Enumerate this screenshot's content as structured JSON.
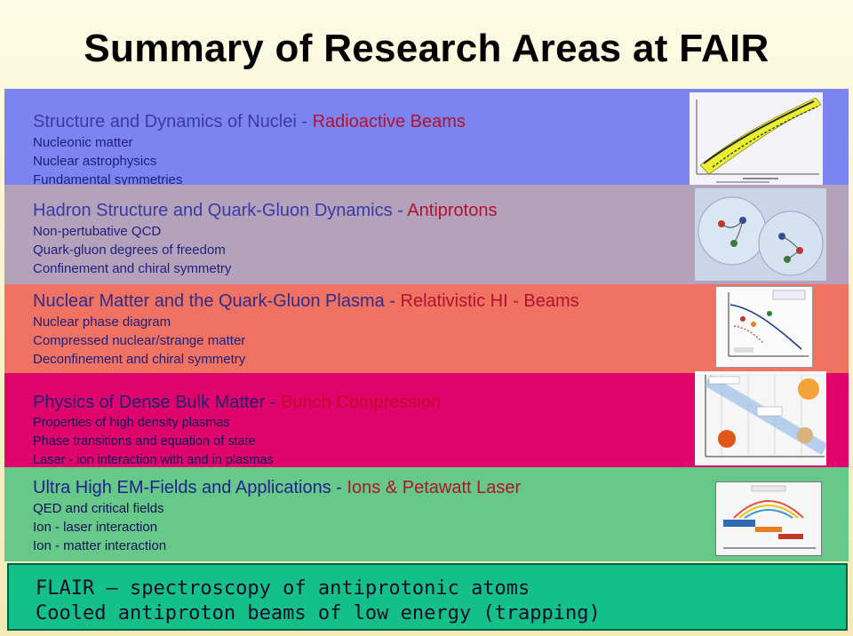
{
  "title": "Summary of Research Areas at FAIR",
  "sections": [
    {
      "heading": "Structure and Dynamics of Nuclei",
      "separator": " - ",
      "beam": "Radioactive Beams",
      "items": [
        "Nucleonic matter",
        "Nuclear astrophysics",
        "Fundamental symmetries"
      ],
      "image_icon": "nuclide-chart-icon",
      "background": "#7b84f0"
    },
    {
      "heading": "Hadron Structure and Quark-Gluon Dynamics",
      "separator": " - ",
      "beam": "Antiprotons",
      "items": [
        "Non-pertubative QCD",
        "Quark-gluon degrees of freedom",
        "Confinement and chiral symmetry"
      ],
      "image_icon": "hadron-spheres-icon",
      "background": "#b4a2bc"
    },
    {
      "heading": "Nuclear Matter and the Quark-Gluon Plasma",
      "separator": " - ",
      "beam": "Relativistic HI - Beams",
      "items": [
        "Nuclear phase diagram",
        "Compressed nuclear/strange matter",
        "Deconfinement and chiral symmetry"
      ],
      "image_icon": "phase-diagram-icon",
      "background": "#ef7263"
    },
    {
      "heading": "Physics of Dense Bulk Matter",
      "separator": " - ",
      "beam": "Bunch Compression",
      "items": [
        "Properties of high density plasmas",
        "Phase transitions and equation of state",
        "Laser - ion interaction with and in plasmas"
      ],
      "image_icon": "plasma-density-chart-icon",
      "background": "#e0036b"
    },
    {
      "heading": "Ultra High EM-Fields and Applications",
      "separator": " - ",
      "beam": "Ions & Petawatt Laser",
      "items": [
        "QED and critical fields",
        "Ion - laser interaction",
        "Ion - matter interaction"
      ],
      "image_icon": "laser-ion-diagram-icon",
      "background": "#66c98a"
    }
  ],
  "flair": {
    "lines": [
      "FLAIR – spectroscopy of antiprotonic atoms",
      "Cooled antiproton beams of low energy (trapping)"
    ],
    "background": "#13c088"
  }
}
